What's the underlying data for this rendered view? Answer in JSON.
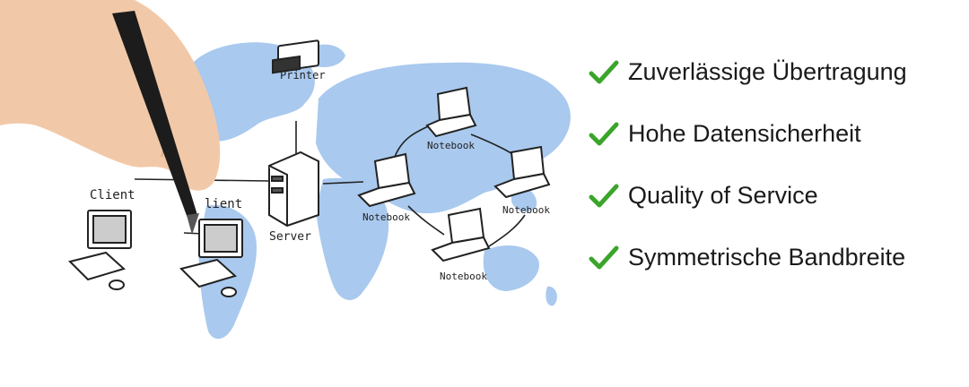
{
  "features": [
    {
      "text": "Zuverlässige Übertragung",
      "icon": "check-icon"
    },
    {
      "text": "Hohe Datensicherheit",
      "icon": "check-icon"
    },
    {
      "text": "Quality of Service",
      "icon": "check-icon"
    },
    {
      "text": "Symmetrische Bandbreite",
      "icon": "check-icon"
    }
  ],
  "sketch": {
    "printer": "Printer",
    "client_1": "Client",
    "client_2": "lient",
    "server": "Server",
    "notebook_1": "Notebook",
    "notebook_2": "Notebook",
    "notebook_3": "Notebook",
    "notebook_4": "Notebook"
  },
  "colors": {
    "map": "#a9c9ee",
    "check": "#3aa52a",
    "sketch": "#222222",
    "skin": "#f2c9a8",
    "pen": "#1c1c1c"
  }
}
